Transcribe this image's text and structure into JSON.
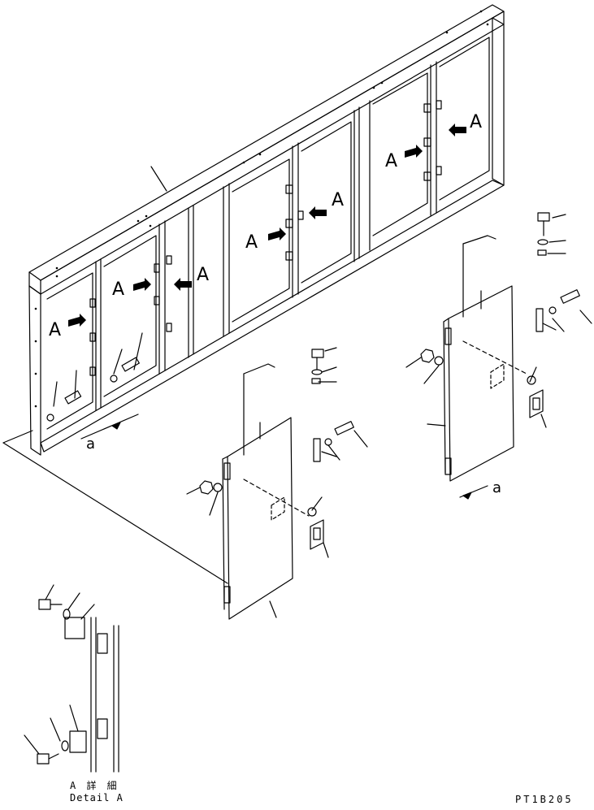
{
  "diagram": {
    "view_labels": [
      "A",
      "A",
      "A",
      "A",
      "A",
      "A",
      "A"
    ],
    "direction_labels": [
      "a",
      "a"
    ],
    "detail": {
      "line1": "A 詳 細",
      "line2": "Detail A"
    },
    "drawing_number": "PT1B205"
  },
  "colors": {
    "ink": "#000000",
    "paper": "#ffffff"
  }
}
